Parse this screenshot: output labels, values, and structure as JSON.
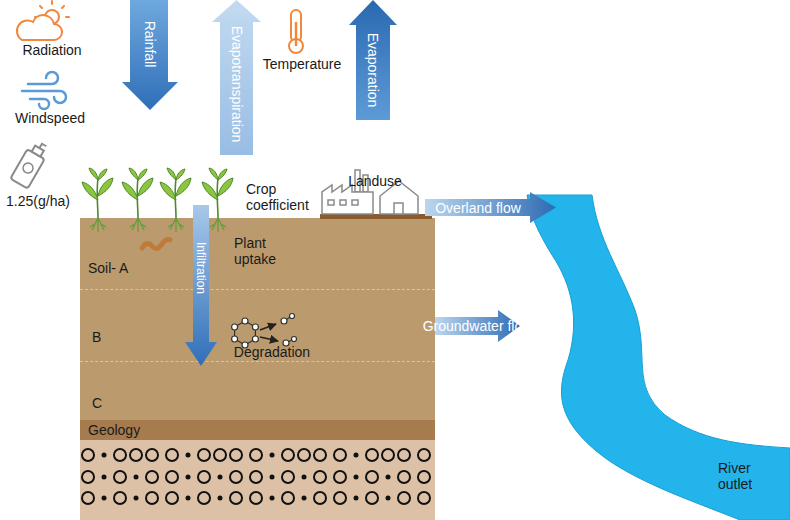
{
  "diagram": {
    "nodes": [
      {
        "text": [
          "Soil- A"
        ]
      },
      {
        "text": [
          "B"
        ]
      },
      {
        "text": [
          "C"
        ]
      },
      {
        "text": [
          "Geology"
        ]
      },
      {
        "text": [
          "River outlet"
        ]
      }
    ],
    "edges": [
      {
        "from": 1,
        "to": 4,
        "label": "Groundwater flow",
        "arrow": "to"
      }
    ],
    "labels": [
      "Radiation",
      "Windspeed",
      "1.25(g/ha)",
      "Rainfall",
      "Evapotranspiration",
      "Temperature",
      "Evaporation",
      "Crop coefficient",
      "Landuse",
      "Overland flow",
      "Plant uptake",
      "Infiltration",
      "Degradation"
    ]
  }
}
